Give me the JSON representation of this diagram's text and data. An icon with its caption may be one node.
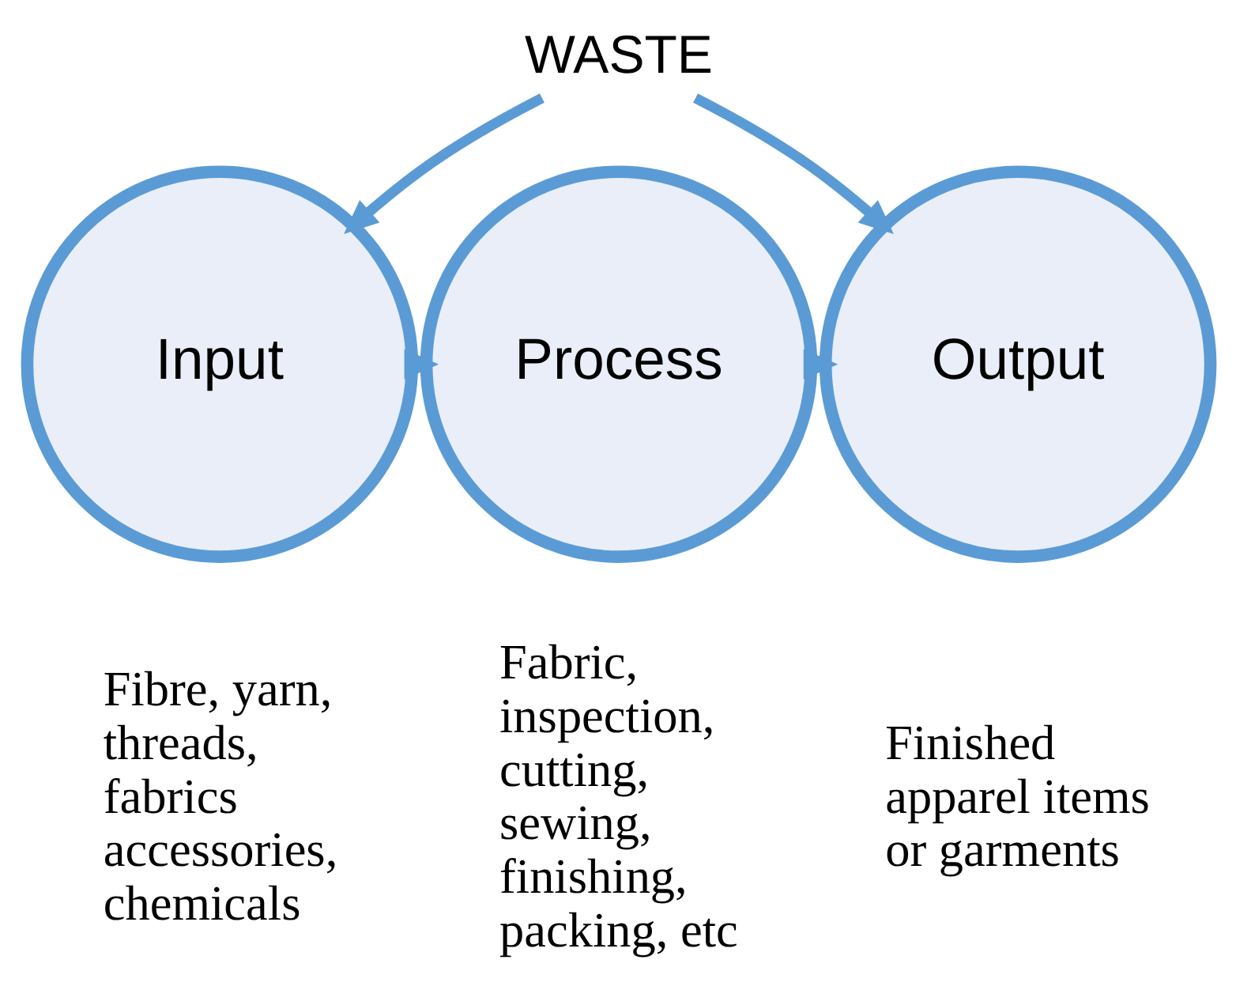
{
  "diagram": {
    "nodes": [
      {
        "text": [
          "WASTE"
        ]
      },
      {
        "text": [
          "Input"
        ],
        "beside": [
          "Fibre, yarn, threads, fabrics accessories, chemicals"
        ]
      },
      {
        "text": [
          "Process"
        ],
        "beside": [
          "Fabric, inspection, cutting, sewing, finishing, packing, etc"
        ]
      },
      {
        "text": [
          "Output"
        ],
        "beside": [
          "Finished apparel items or garments"
        ]
      }
    ],
    "edges": [
      {
        "from": 0,
        "to": 1,
        "arrow": "to"
      },
      {
        "from": 0,
        "to": 3,
        "arrow": "to"
      },
      {
        "from": 1,
        "to": 2,
        "arrow": "to"
      },
      {
        "from": 2,
        "to": 3,
        "arrow": "to"
      }
    ]
  }
}
